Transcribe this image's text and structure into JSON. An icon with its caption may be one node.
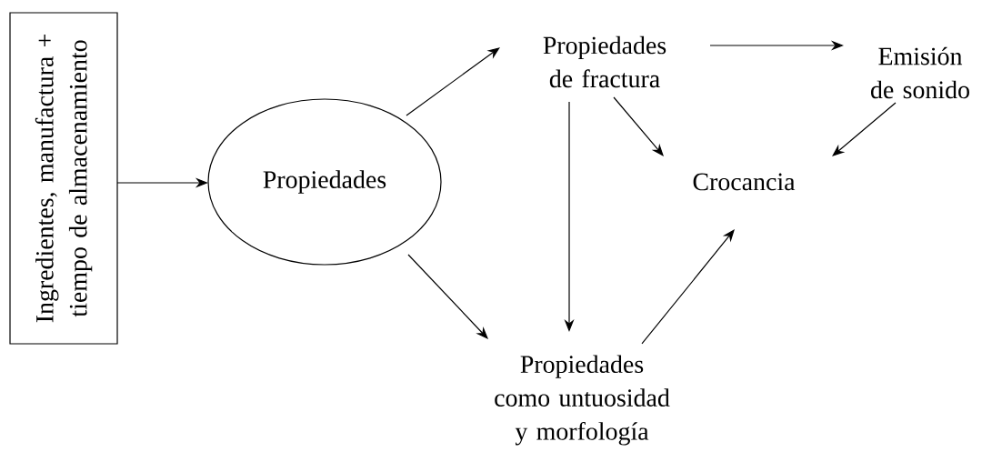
{
  "diagram": {
    "nodes": [
      {
        "text": [
          "Ingredientes, manufactura + tiempo de almacenamiento"
        ]
      },
      {
        "text": [
          "Propiedades"
        ]
      },
      {
        "text": [
          "Propiedades de fractura"
        ]
      },
      {
        "text": [
          "Emisión de sonido"
        ]
      },
      {
        "text": [
          "Crocancia"
        ]
      },
      {
        "text": [
          "Propiedades como untuosidad y morfología"
        ]
      }
    ],
    "edges": [
      {
        "from": 0,
        "to": 1,
        "arrow": "to"
      },
      {
        "from": 1,
        "to": 2,
        "arrow": "to"
      },
      {
        "from": 1,
        "to": 5,
        "arrow": "to"
      },
      {
        "from": 2,
        "to": 3,
        "arrow": "to"
      },
      {
        "from": 2,
        "to": 4,
        "arrow": "to"
      },
      {
        "from": 3,
        "to": 4,
        "arrow": "to"
      },
      {
        "from": 2,
        "to": 5,
        "arrow": "to"
      },
      {
        "from": 5,
        "to": 4,
        "arrow": "to"
      }
    ]
  }
}
